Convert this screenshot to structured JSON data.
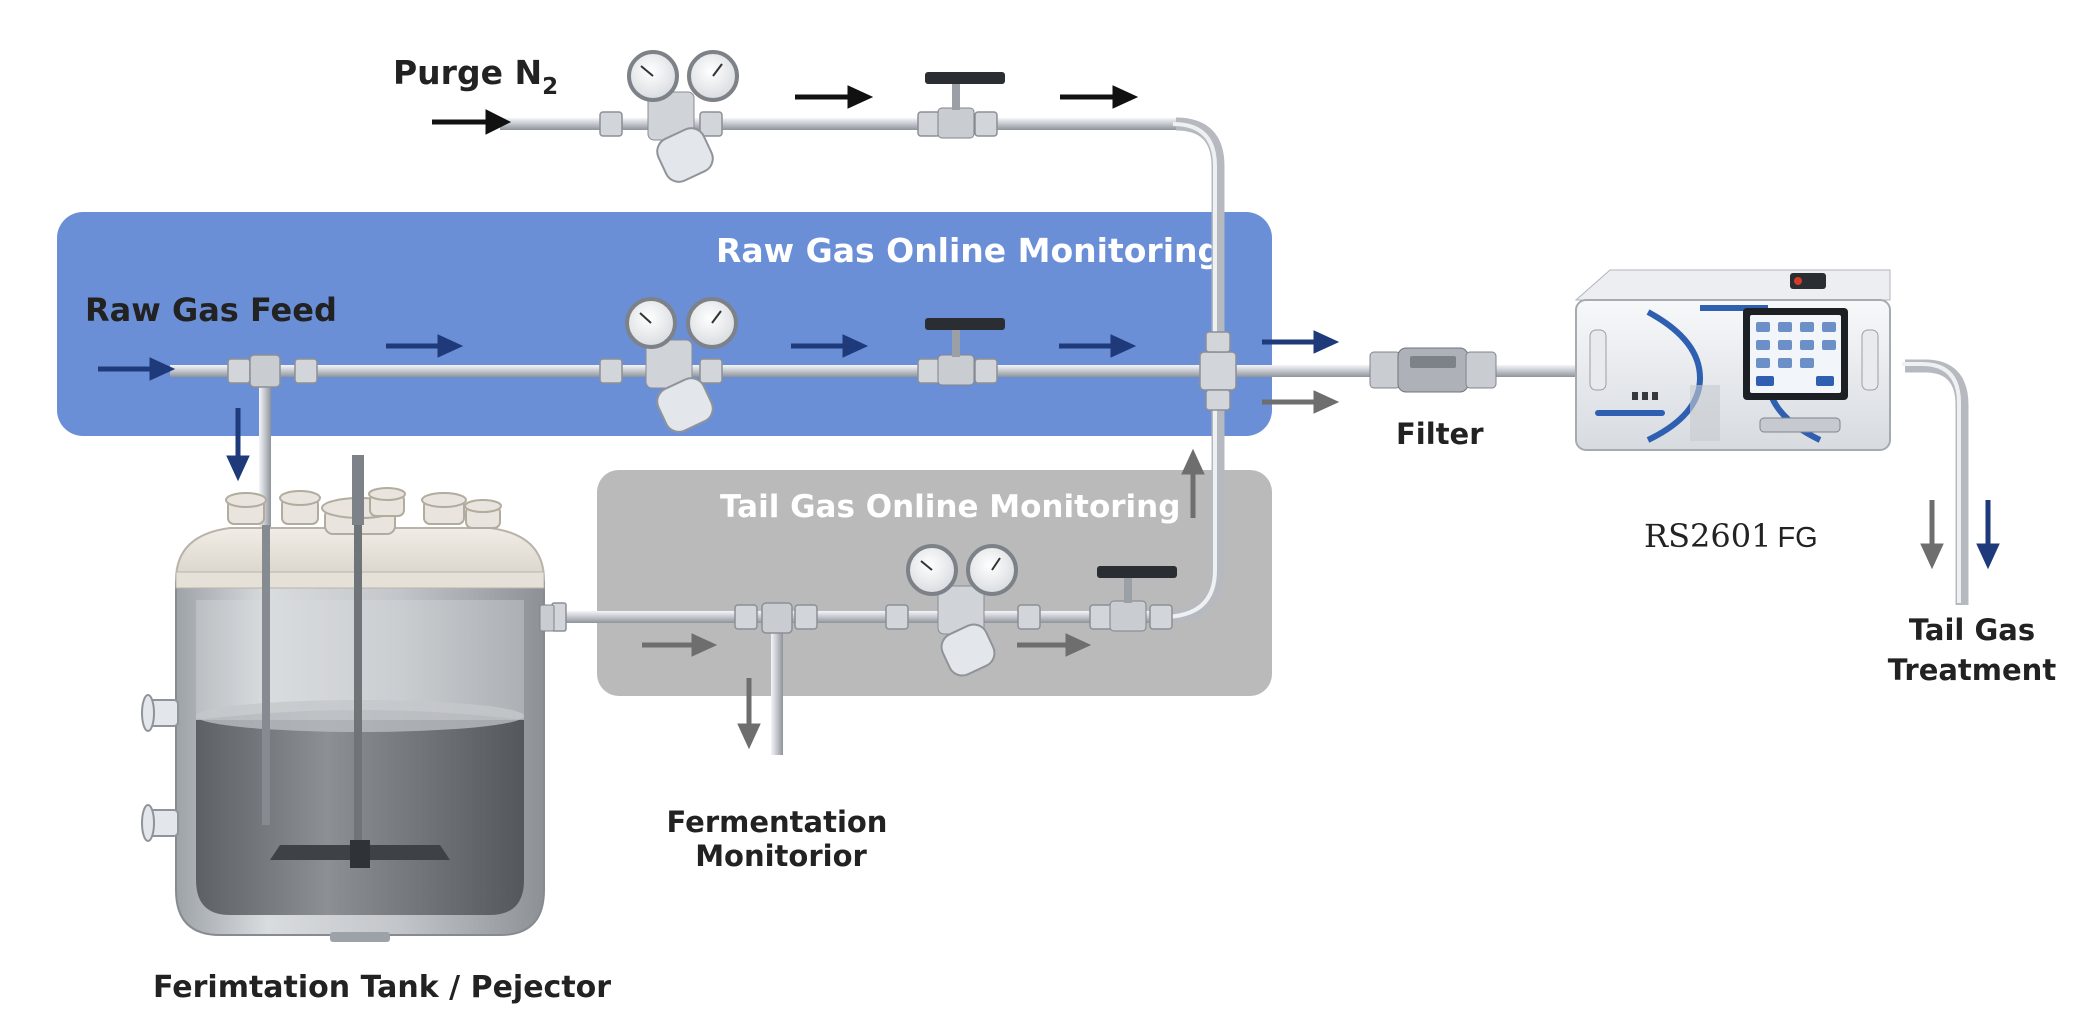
{
  "labels": {
    "purge": "Purge N",
    "purge_sub": "2",
    "raw_gas_feed": "Raw Gas Feed",
    "raw_zone": "Raw Gas Online Monitoring",
    "tail_zone": "Tail Gas Online Monitoring",
    "filter": "Filter",
    "analyzer_model": "RS2601",
    "analyzer_suffix": "FG",
    "tail_treatment_1": "Tail Gas",
    "tail_treatment_2": "Treatment",
    "fermentation_1": "Fermentation",
    "fermentation_2": "Monitorior",
    "tank": "Ferimtation Tank / Pejector"
  },
  "colors": {
    "raw_zone": "#6b8fd6",
    "tail_zone": "#b4b4b4",
    "arrow_blue": "#1f3a7a",
    "arrow_gray": "#6e6e6e",
    "arrow_black": "#111111",
    "pipe": "#c8ccd2",
    "analyzer_accent": "#2f5fb0"
  },
  "icons": [
    "pressure-gauge-icon",
    "valve-handle-icon",
    "arrow-icon",
    "filter-icon",
    "analyzer-screen-icon",
    "reactor-tank-icon"
  ]
}
